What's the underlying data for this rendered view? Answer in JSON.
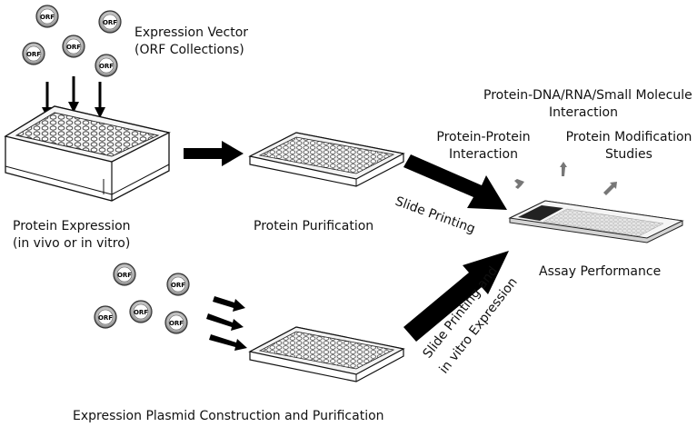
{
  "orf_label": "ORF",
  "labels": {
    "expression_vector_line1": "Expression Vector",
    "expression_vector_line2": "(ORF Collections)",
    "protein_expression_line1": "Protein Expression",
    "protein_expression_line2": "(in vivo or in vitro)",
    "protein_purification": "Protein Purification",
    "slide_printing": "Slide Printing",
    "slide_printing_ivt_line1": "Slide Printing and",
    "slide_printing_ivt_line2": "in vitro Expression",
    "assay_performance": "Assay Performance",
    "protein_protein_line1": "Protein-Protein",
    "protein_protein_line2": "Interaction",
    "protein_dna_line1": "Protein-DNA/RNA/Small Molecule",
    "protein_dna_line2": "Interaction",
    "protein_mod_line1": "Protein Modification",
    "protein_mod_line2": "Studies",
    "plasmid_construction": "Expression Plasmid Construction and Purification"
  }
}
